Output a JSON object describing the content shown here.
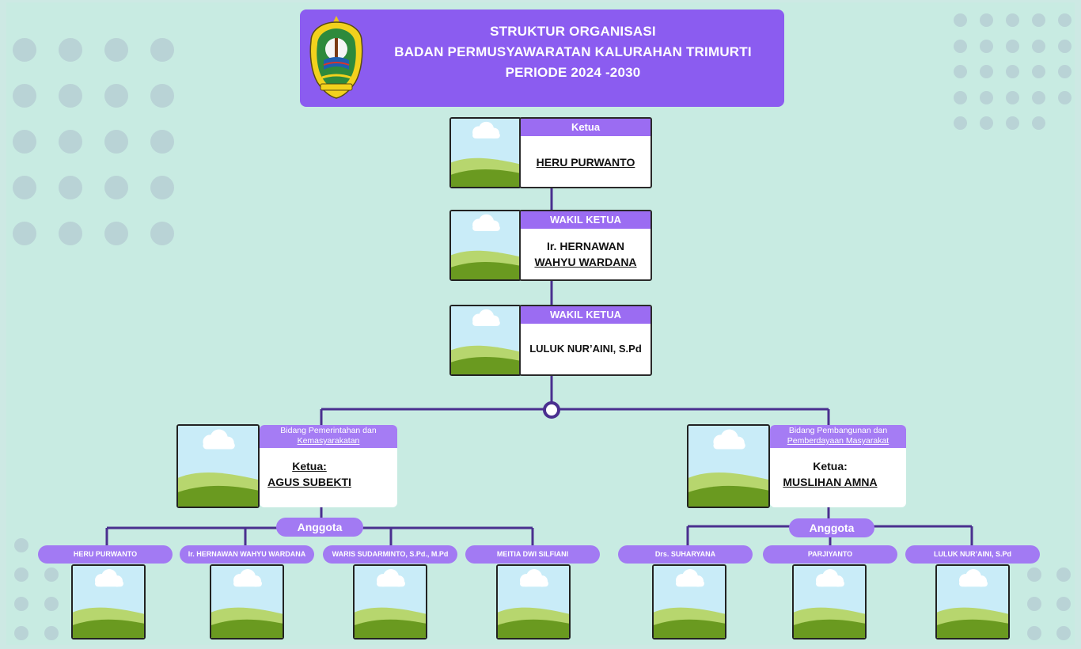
{
  "header": {
    "line1": "STRUKTUR ORGANISASI",
    "line2": "BADAN PERMUSYAWARATAN KALURAHAN TRIMURTI",
    "line3": "PERIODE 2024 -2030"
  },
  "ketua": {
    "role": "Ketua",
    "name": "HERU PURWANTO"
  },
  "wakil_ketua_1": {
    "role": "WAKIL KETUA",
    "name_line1": "Ir. HERNAWAN",
    "name_line2": "WAHYU WARDANA"
  },
  "wakil_ketua_2": {
    "role": "WAKIL KETUA",
    "name": "LULUK NUR’AINI, S.Pd"
  },
  "bidang_1": {
    "title_line1": "Bidang Pemerintahan dan",
    "title_line2": "Kemasyarakatan",
    "ketua_label": "Ketua:",
    "ketua_name": "AGUS SUBEKTI"
  },
  "bidang_2": {
    "title_line1": "Bidang Pembangunan dan",
    "title_line2": "Pemberdayaan Masyarakat",
    "ketua_label": "Ketua:",
    "ketua_name": "MUSLIHAN AMNA"
  },
  "anggota_label": "Anggota",
  "members_1": [
    "HERU PURWANTO",
    "Ir. HERNAWAN WAHYU WARDANA",
    "WARIS SUDARMINTO, S.Pd., M.Pd",
    "MEITIA DWI SILFIANI"
  ],
  "members_2": [
    "Drs. SUHARYANA",
    "PARJIYANTO",
    "LULUK NUR’AINI, S.Pd"
  ],
  "colors": {
    "accent": "#8b5cf0",
    "band": "#9b6cf2",
    "line": "#4a2f8f",
    "background": "#c8ebe2"
  }
}
